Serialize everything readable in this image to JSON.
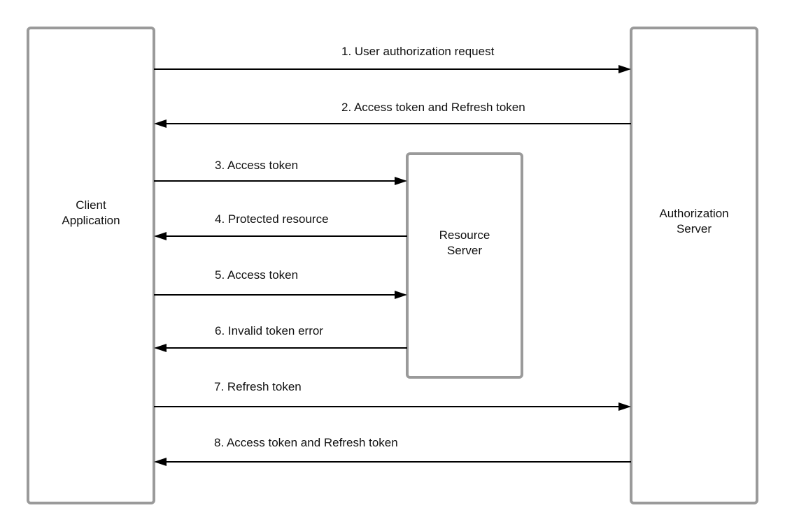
{
  "colors": {
    "box_border": "#9a9a9a",
    "arrow": "#000000",
    "text": "#111111",
    "background": "#ffffff"
  },
  "participants": {
    "client": {
      "line1": "Client",
      "line2": "Application"
    },
    "resource": {
      "line1": "Resource",
      "line2": "Server"
    },
    "auth": {
      "line1": "Authorization",
      "line2": "Server"
    }
  },
  "messages": [
    {
      "label": "1. User authorization request",
      "from": "client",
      "to": "auth"
    },
    {
      "label": "2. Access token and Refresh token",
      "from": "auth",
      "to": "client"
    },
    {
      "label": "3. Access token",
      "from": "client",
      "to": "resource"
    },
    {
      "label": "4. Protected resource",
      "from": "resource",
      "to": "client"
    },
    {
      "label": "5. Access token",
      "from": "client",
      "to": "resource"
    },
    {
      "label": "6. Invalid token error",
      "from": "resource",
      "to": "client"
    },
    {
      "label": "7. Refresh token",
      "from": "client",
      "to": "auth"
    },
    {
      "label": "8. Access token and Refresh token",
      "from": "auth",
      "to": "client"
    }
  ]
}
